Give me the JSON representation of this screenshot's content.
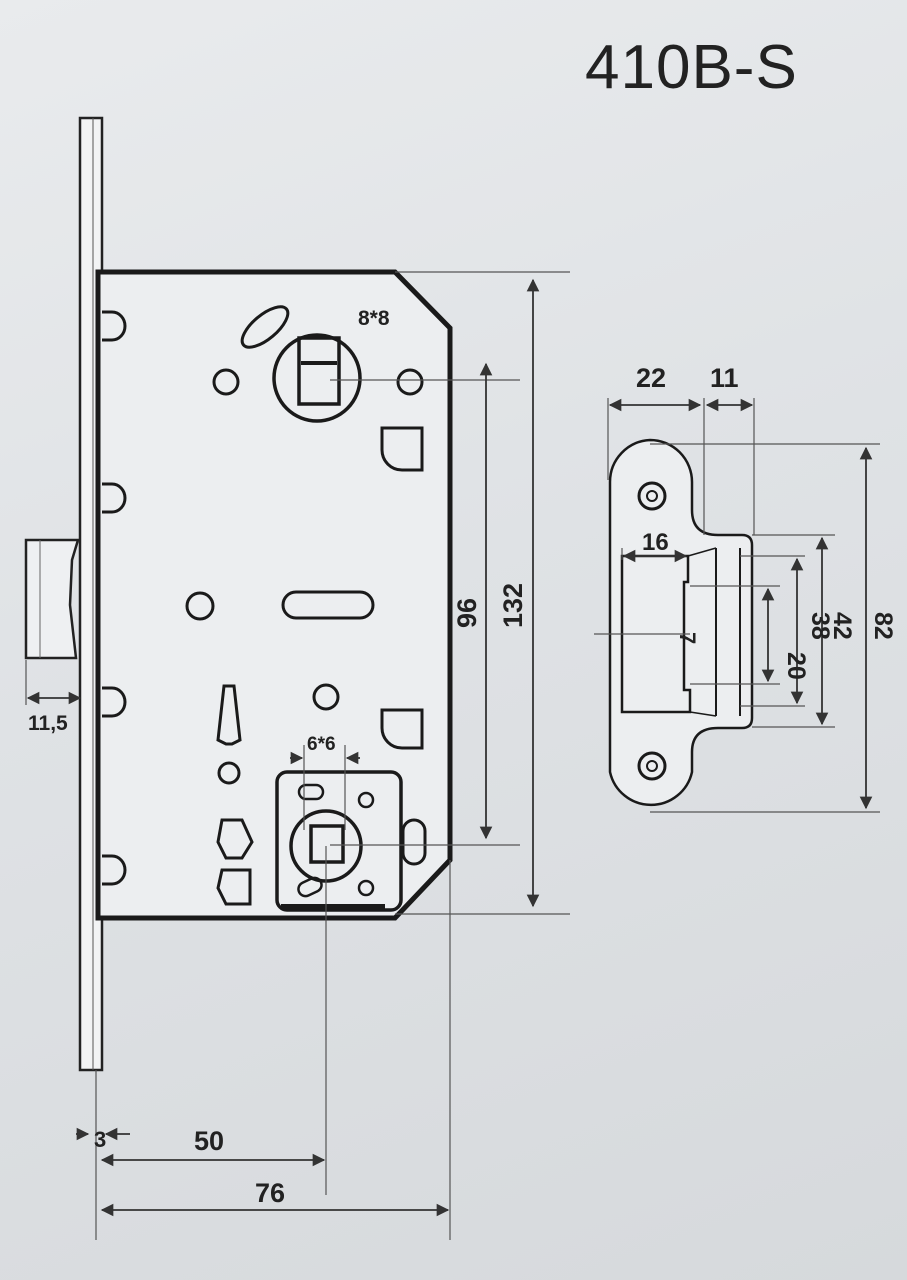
{
  "title": "410B-S",
  "lock_labels": {
    "spindle_top": "8*8",
    "spindle_bottom": "6*6",
    "latch_projection": "11,5",
    "faceplate_thickness": "3",
    "backset": "50",
    "body_depth": "76",
    "center_distance": "96",
    "body_height": "132"
  },
  "strike_labels": {
    "width_a": "22",
    "width_b": "11",
    "width_c": "16",
    "opening_20": "20",
    "opening_38": "38",
    "opening_42": "42",
    "plate_height": "82",
    "mark_7": "7"
  }
}
